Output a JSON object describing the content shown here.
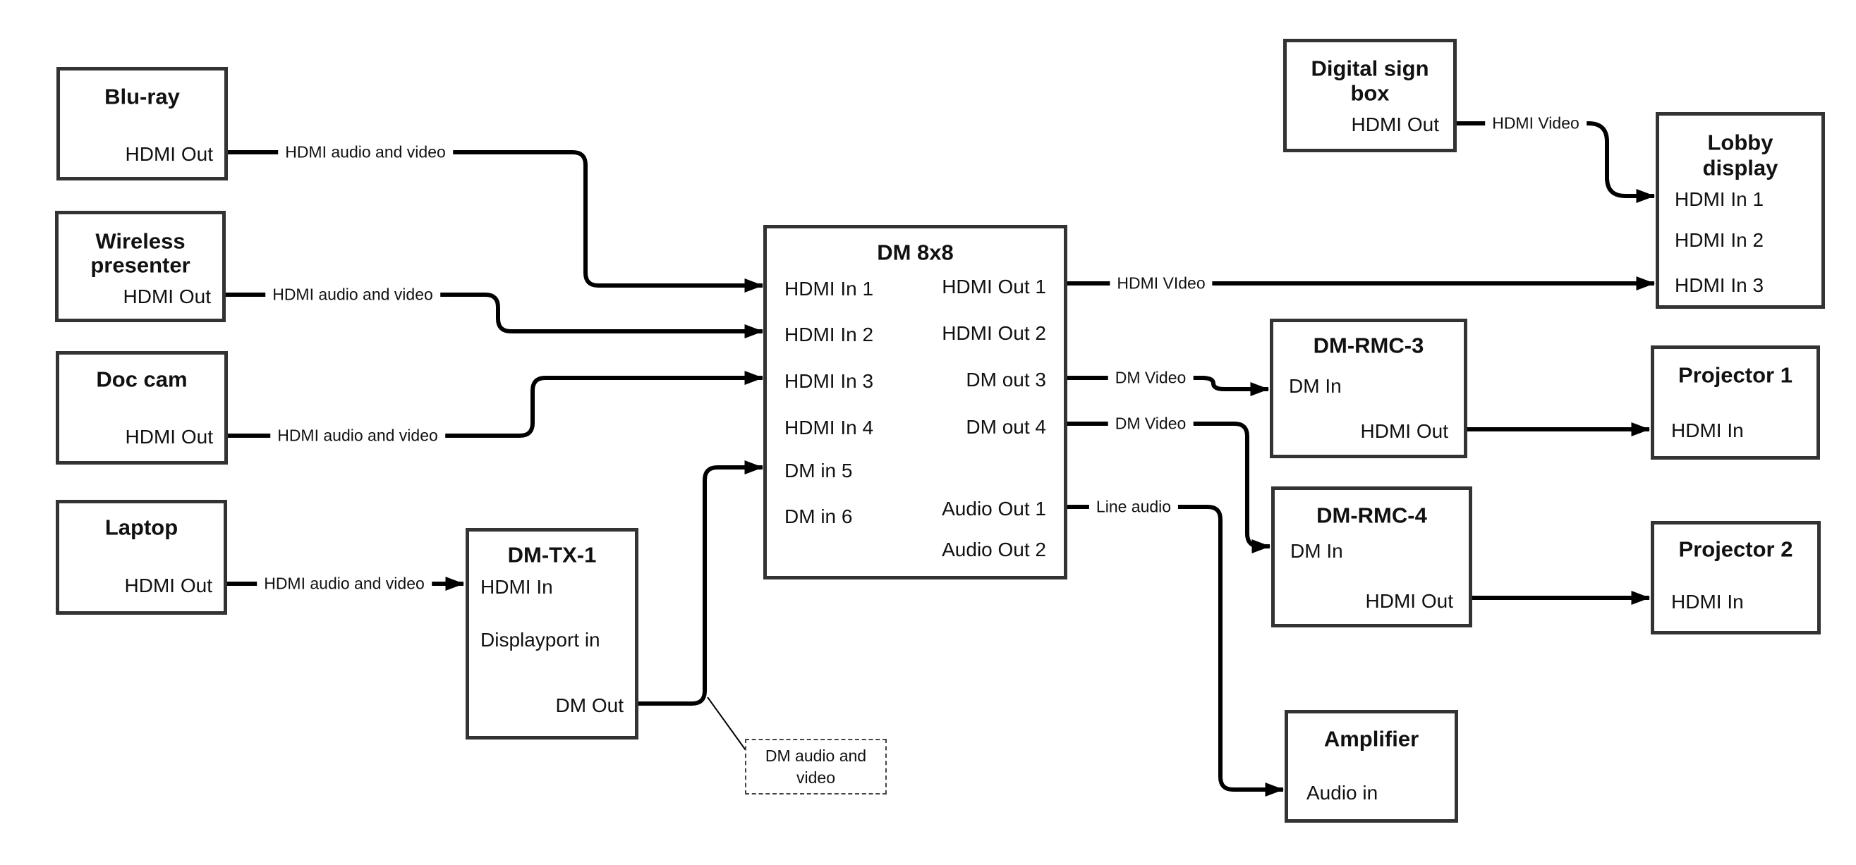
{
  "diagram": {
    "colors": {
      "background": "#ffffff",
      "box_border": "#333333",
      "connector": "#000000",
      "text": "#111111",
      "note_border": "#444444"
    },
    "nodes": {
      "bluray": {
        "title": "Blu-ray",
        "ports": {
          "out": "HDMI Out"
        }
      },
      "wireless": {
        "title_line1": "Wireless",
        "title_line2": "presenter",
        "ports": {
          "out": "HDMI Out"
        }
      },
      "doccam": {
        "title": "Doc cam",
        "ports": {
          "out": "HDMI Out"
        }
      },
      "laptop": {
        "title": "Laptop",
        "ports": {
          "out": "HDMI Out"
        }
      },
      "dmtx1": {
        "title": "DM-TX-1",
        "ports": {
          "hdmi_in": "HDMI In",
          "dp_in": "Displayport in",
          "dm_out": "DM Out"
        }
      },
      "dm8x8": {
        "title": "DM 8x8",
        "ports": {
          "in1": "HDMI In 1",
          "in2": "HDMI In 2",
          "in3": "HDMI In 3",
          "in4": "HDMI In 4",
          "in5": "DM in 5",
          "in6": "DM in 6",
          "out1": "HDMI Out 1",
          "out2": "HDMI Out 2",
          "out3": "DM out 3",
          "out4": "DM out 4",
          "aout1": "Audio Out 1",
          "aout2": "Audio Out 2"
        }
      },
      "digital_sign": {
        "title_line1": "Digital sign",
        "title_line2": "box",
        "ports": {
          "out": "HDMI Out"
        }
      },
      "lobby": {
        "title_line1": "Lobby",
        "title_line2": "display",
        "ports": {
          "in1": "HDMI In 1",
          "in2": "HDMI In 2",
          "in3": "HDMI In 3"
        }
      },
      "dmrmc3": {
        "title": "DM-RMC-3",
        "ports": {
          "in": "DM In",
          "out": "HDMI Out"
        }
      },
      "proj1": {
        "title": "Projector 1",
        "ports": {
          "in": "HDMI In"
        }
      },
      "dmrmc4": {
        "title": "DM-RMC-4",
        "ports": {
          "in": "DM In",
          "out": "HDMI Out"
        }
      },
      "proj2": {
        "title": "Projector 2",
        "ports": {
          "in": "HDMI In"
        }
      },
      "amplifier": {
        "title": "Amplifier",
        "ports": {
          "in": "Audio in"
        }
      }
    },
    "connection_labels": {
      "bluray_dm8x8": "HDMI audio and video",
      "wireless_dm8x8": "HDMI audio and video",
      "doccam_dm8x8": "HDMI audio and video",
      "laptop_dmtx1": "HDMI audio and video",
      "out1_lobby": "HDMI VIdeo",
      "out3_rmc3": "DM Video",
      "out4_rmc4": "DM Video",
      "aout1_amp": "Line audio",
      "digital_lobby": "HDMI Video"
    },
    "note": {
      "line1": "DM audio and",
      "line2": "video"
    }
  }
}
